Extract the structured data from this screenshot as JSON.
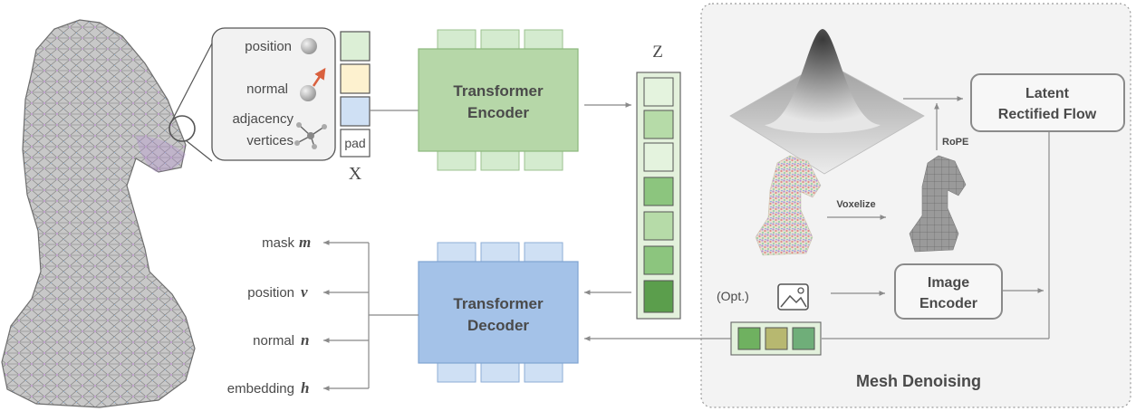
{
  "input_panel": {
    "features": [
      "position",
      "normal",
      "adjacency",
      "vertices"
    ],
    "pad_label": "pad",
    "matrix_label": "X"
  },
  "encoder": {
    "line1": "Transformer",
    "line2": "Encoder"
  },
  "latent": {
    "label": "Z"
  },
  "decoder": {
    "line1": "Transformer",
    "line2": "Decoder"
  },
  "outputs": [
    {
      "name": "mask",
      "symbol": "m"
    },
    {
      "name": "position",
      "symbol": "v"
    },
    {
      "name": "normal",
      "symbol": "n"
    },
    {
      "name": "embedding",
      "symbol": "h"
    }
  ],
  "denoising": {
    "title": "Mesh Denoising",
    "flow_line1": "Latent",
    "flow_line2": "Rectified Flow",
    "rope_label": "RoPE",
    "voxelize_label": "Voxelize",
    "optional_label": "(Opt.)",
    "image_encoder_line1": "Image",
    "image_encoder_line2": "Encoder"
  },
  "colors": {
    "encoder_fill": "#b6d7a8",
    "encoder_token": "#d4ebcf",
    "decoder_fill": "#a4c2e8",
    "decoder_token": "#cfe0f4",
    "latent_column": "#e3f1dc",
    "panel_bg": "#f3f3f3",
    "feature_position": "#dcefd6",
    "feature_normal": "#fdf1cf",
    "feature_adjacency": "#cfe0f4",
    "arrow_red": "#d9613f"
  }
}
